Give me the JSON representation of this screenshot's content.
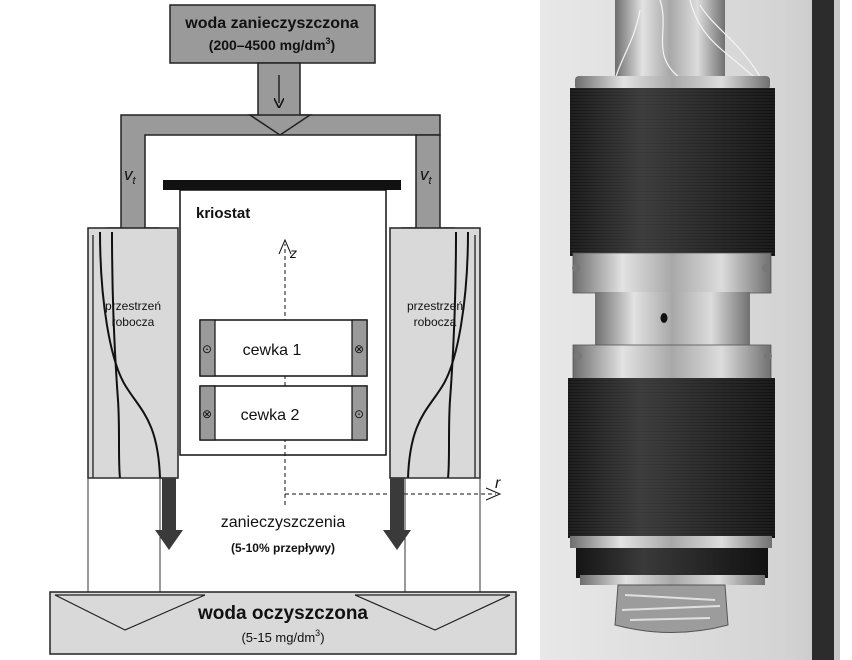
{
  "inlet": {
    "title": "woda zanieczyszczona",
    "range": "(200–4500 mg/dm",
    "unit_sup": "3",
    "range_close": ")"
  },
  "flow_velocity": {
    "symbol": "v",
    "subscript": "t"
  },
  "cryostat": {
    "label": "kriostat"
  },
  "axes": {
    "z": "z",
    "r": "r"
  },
  "working_space": {
    "line1": "przestrzeń",
    "line2": "robocza"
  },
  "coils": [
    {
      "label": "cewka 1",
      "left_symbol": "⊙",
      "right_symbol": "⊗"
    },
    {
      "label": "cewka 2",
      "left_symbol": "⊗",
      "right_symbol": "⊙"
    }
  ],
  "impurities": {
    "title": "zanieczyszczenia",
    "note": "(5-10% przepływy)"
  },
  "outlet": {
    "title": "woda oczyszczona",
    "range": "(5-15 mg/dm",
    "unit_sup": "3",
    "range_close": ")"
  },
  "colors": {
    "gray_block": "#9a9a9a",
    "light_gray": "#d9d9d9",
    "dark_arrow": "#3a3a3a",
    "coil_black": "#232323",
    "steel": "#b8b8b8"
  }
}
